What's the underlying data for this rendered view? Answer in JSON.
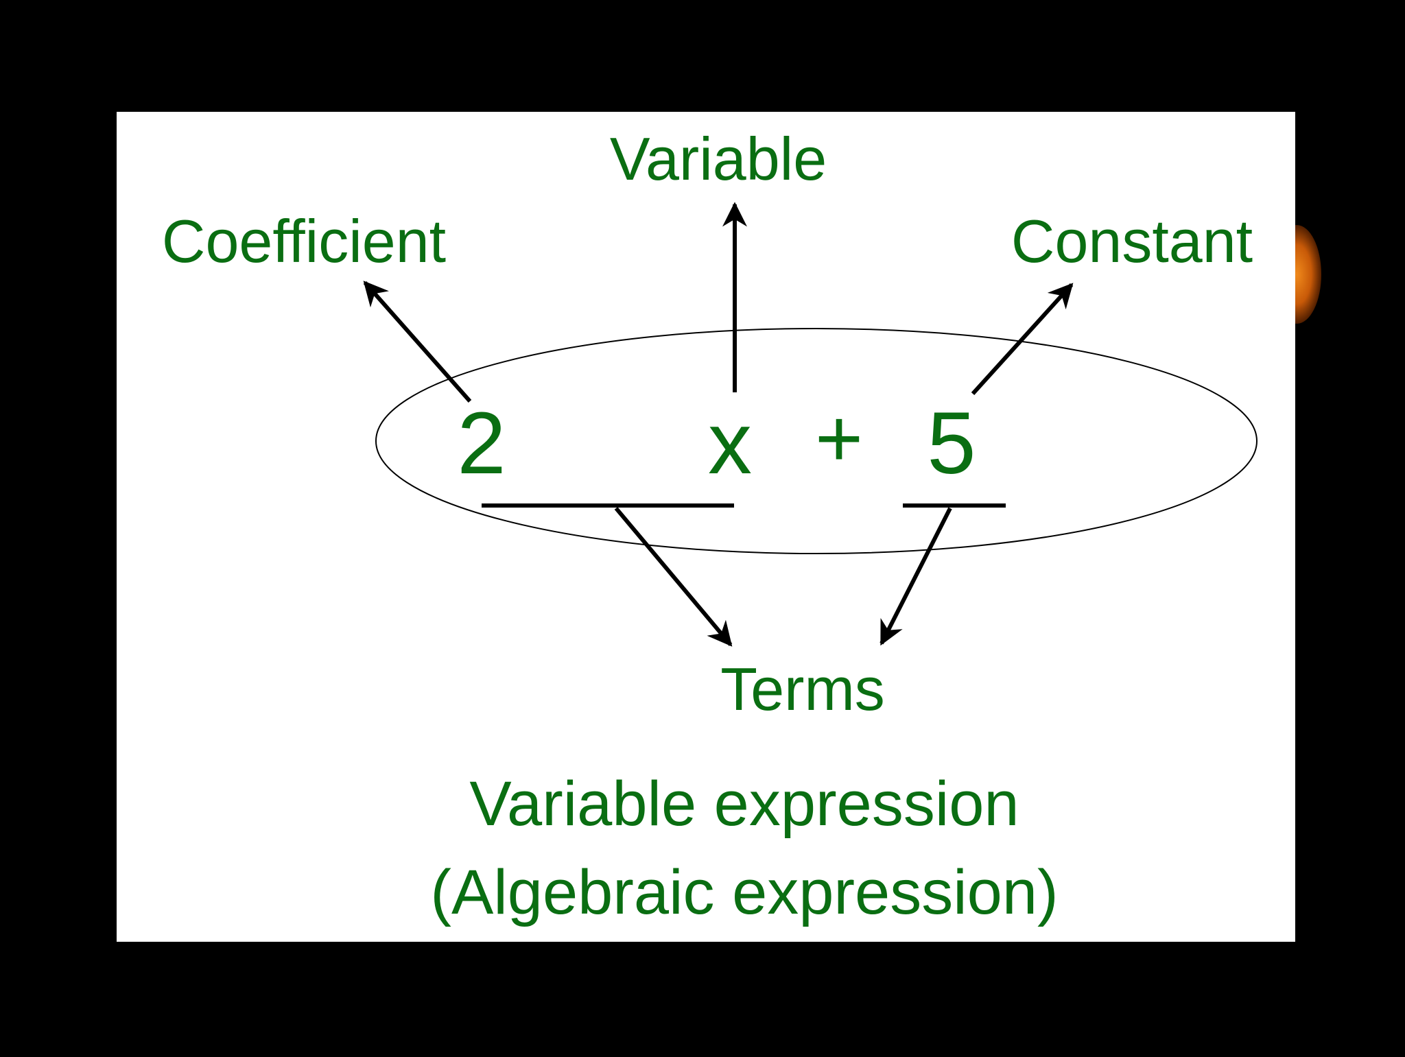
{
  "colors": {
    "background": "#000000",
    "panel": "#ffffff",
    "label_green": "#0a6e12",
    "ink": "#000000",
    "accent_orange": "#e8720f"
  },
  "labels": {
    "variable": "Variable",
    "coefficient": "Coefficient",
    "constant": "Constant",
    "terms": "Terms",
    "caption_line1": "Variable expression",
    "caption_line2": "(Algebraic expression)"
  },
  "expression": {
    "coefficient": "2",
    "variable": "x",
    "operator": "+",
    "constant": "5"
  }
}
